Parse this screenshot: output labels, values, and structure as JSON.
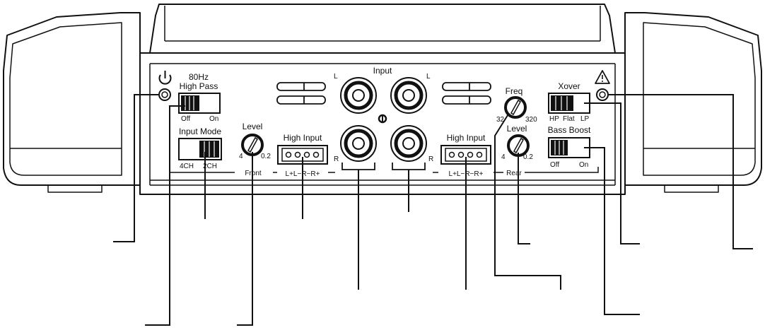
{
  "diagram": {
    "stroke_color": "#111111",
    "panel": {
      "input_title": "Input",
      "jack_left_top": "L",
      "jack_right_top": "L",
      "jack_left_bottom": "R",
      "jack_right_bottom": "R",
      "front_label": "Front",
      "rear_label": "Rear"
    },
    "high_pass": {
      "title_line1": "80Hz",
      "title_line2": "High Pass",
      "off_label": "Off",
      "on_label": "On"
    },
    "input_mode": {
      "title": "Input Mode",
      "left_label": "4CH",
      "right_label": "2CH"
    },
    "front_level": {
      "title": "Level",
      "min_label": "4",
      "max_label": "0.2"
    },
    "front_high_input": {
      "title": "High Input",
      "pins_label": "L+L−R−R+"
    },
    "rear_high_input": {
      "title": "High Input",
      "pins_label": "L+L−R−R+"
    },
    "freq": {
      "title": "Freq",
      "min_label": "32",
      "max_label": "320"
    },
    "rear_level": {
      "title": "Level",
      "min_label": "4",
      "max_label": "0.2"
    },
    "xover": {
      "title": "Xover",
      "hp_label": "HP",
      "flat_label": "Flat",
      "lp_label": "LP"
    },
    "bass_boost": {
      "title": "Bass Boost",
      "off_label": "Off",
      "on_label": "On"
    },
    "icons": [
      "power-icon",
      "warning-icon"
    ]
  }
}
